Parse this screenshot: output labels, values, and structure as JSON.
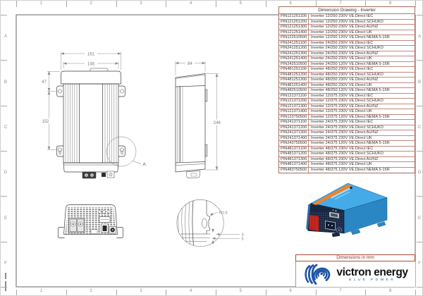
{
  "frame": {
    "cols": [
      "1",
      "2",
      "3",
      "4",
      "5",
      "6",
      "7",
      "8"
    ],
    "rows": [
      "A",
      "B",
      "C",
      "D",
      "E",
      "F"
    ]
  },
  "table": {
    "title": "Dimension Drawing - Inverter",
    "rows": [
      {
        "pin": "PIN121251100",
        "desc": "Inverter 12/250 230V VE.Direct IEC"
      },
      {
        "pin": "PIN121251200",
        "desc": "Inverter 12/250 230V VE.Direct SCHUKO"
      },
      {
        "pin": "PIN121251300",
        "desc": "Inverter 12/250 230V VE.Direct AU/NZ"
      },
      {
        "pin": "PIN121251400",
        "desc": "Inverter 12/250 230V VE.Direct UK"
      },
      {
        "pin": "PIN122510500",
        "desc": "Inverter 12/250 120V VE.Direct NEMA 5-15R"
      },
      {
        "pin": "PIN241251100",
        "desc": "Inverter 24/250 230V VE.Direct IEC"
      },
      {
        "pin": "PIN241251200",
        "desc": "Inverter 24/250 230V VE.Direct SCHUKO"
      },
      {
        "pin": "PIN241251300",
        "desc": "Inverter 24/250 230V VE.Direct AU/NZ"
      },
      {
        "pin": "PIN241251400",
        "desc": "Inverter 24/250 230V VE.Direct UK"
      },
      {
        "pin": "PIN242510500",
        "desc": "Inverter 24/250 120V VE.Direct NEMA 5-15R"
      },
      {
        "pin": "PIN481251100",
        "desc": "Inverter 48/250 230V VE.Direct IEC"
      },
      {
        "pin": "PIN481251200",
        "desc": "Inverter 48/250 230V VE.Direct SCHUKO"
      },
      {
        "pin": "PIN481251300",
        "desc": "Inverter 48/250 230V VE.Direct AU/NZ"
      },
      {
        "pin": "PIN481251400",
        "desc": "Inverter 48/250 230V VE.Direct UK"
      },
      {
        "pin": "PIN482510500",
        "desc": "Inverter 48/250 120V VE.Direct NEMA 5-15R"
      },
      {
        "pin": "PIN121371100",
        "desc": "Inverter 12/375 230V VE.Direct IEC"
      },
      {
        "pin": "PIN121371200",
        "desc": "Inverter 12/375 230V VE.Direct SCHUKO"
      },
      {
        "pin": "PIN121371300",
        "desc": "Inverter 12/375 230V VE.Direct AU/NZ"
      },
      {
        "pin": "PIN121371400",
        "desc": "Inverter 12/375 230V VE.Direct UK"
      },
      {
        "pin": "PIN123750500",
        "desc": "Inverter 12/375 120V VE.Direct NEMA 5-15R"
      },
      {
        "pin": "PIN241371100",
        "desc": "Inverter 24/375 230V VE.Direct IEC"
      },
      {
        "pin": "PIN241371200",
        "desc": "Inverter 24/375 230V VE.Direct SCHUKO"
      },
      {
        "pin": "PIN241371300",
        "desc": "Inverter 24/375 230V VE.Direct AU/NZ"
      },
      {
        "pin": "PIN241371400",
        "desc": "Inverter 24/375 230V VE.Direct UK"
      },
      {
        "pin": "PIN243750500",
        "desc": "Inverter 24/375 120V VE.Direct NEMA 5-15R"
      },
      {
        "pin": "PIN481371100",
        "desc": "Inverter 48/375 230V VE.Direct IEC"
      },
      {
        "pin": "PIN481371200",
        "desc": "Inverter 48/375 230V VE.Direct SCHUKO"
      },
      {
        "pin": "PIN481371300",
        "desc": "Inverter 48/375 230V VE.Direct AU/NZ"
      },
      {
        "pin": "PIN481371400",
        "desc": "Inverter 48/375 230V VE.Direct UK"
      },
      {
        "pin": "PIN483750500",
        "desc": "Inverter 48/375 120V VE.Direct NEMA 5-15R"
      }
    ]
  },
  "drawings": {
    "front": {
      "dim_width_outer": "161",
      "dim_width_body": "146",
      "dim_top_to_hole": "47",
      "dim_hole_to_hole": "152",
      "detail_label": "A"
    },
    "side": {
      "dim_depth": "84",
      "dim_height": "246"
    },
    "detail": {
      "radius": "R2.5",
      "dim_step": "3",
      "dim_slot": "5"
    }
  },
  "title_block": {
    "units_note": "Dimensions in mm"
  },
  "brand": {
    "name": "victron energy",
    "tagline": "BLUE POWER"
  },
  "colors": {
    "table_border": "#b5796b",
    "dim_text": "#7a7a7a",
    "object_line": "#3c3c3c",
    "frame_line": "#666666",
    "logo_blue": "#1f55a5",
    "note_red": "#8a2a20",
    "product_blue_top": "#44abe8",
    "product_blue_side": "#2b87c4",
    "product_dark_face": "#1a2742",
    "product_red": "#c6271c",
    "product_orange": "#f5831f"
  }
}
